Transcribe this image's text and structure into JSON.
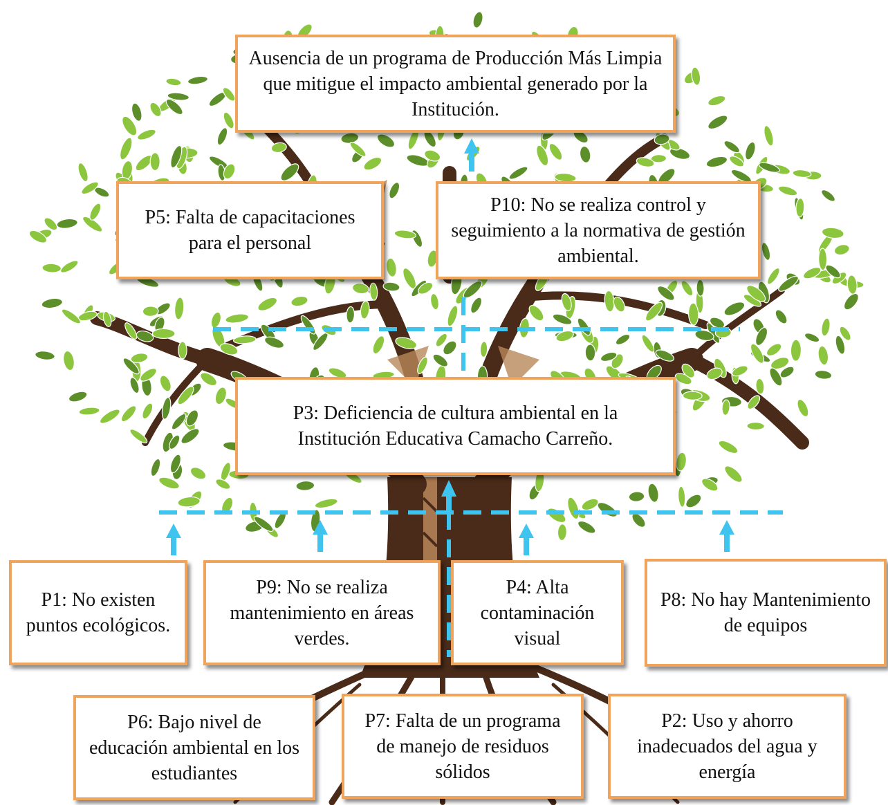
{
  "diagram": {
    "top_problem": "Ausencia de un programa de Producción Más Limpia que mitigue el impacto ambiental generado por la Institución.",
    "p5": "P5: Falta de capacitaciones para el personal",
    "p10": "P10: No se realiza control y seguimiento a la normativa de gestión ambiental.",
    "p3": "P3: Deficiencia de cultura ambiental en la Institución Educativa Camacho Carreño.",
    "p1": "P1: No existen puntos ecológicos.",
    "p9": "P9: No se realiza mantenimiento en áreas verdes.",
    "p4": "P4: Alta contaminación visual",
    "p8": "P8: No hay Mantenimiento de equipos",
    "p6": "P6: Bajo nivel de educación ambiental en los estudiantes",
    "p7": "P7: Falta de un programa de manejo de residuos sólidos",
    "p2": "P2: Uso y ahorro inadecuados del agua y energía"
  },
  "colors": {
    "box_border": "#f0a35a",
    "connector": "#3fc4f0",
    "leaf": "#8cc63f",
    "leaf_dark": "#5c8f2a",
    "trunk": "#4a2a18",
    "trunk_accent": "#b8875a"
  }
}
